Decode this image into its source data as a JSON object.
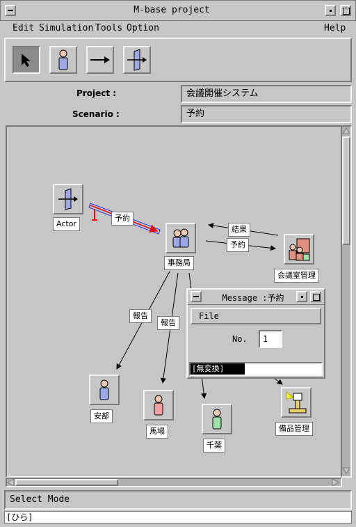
{
  "window": {
    "title": "M-base project"
  },
  "menu": {
    "edit": "Edit",
    "simulation": "Simulation",
    "tools": "Tools",
    "option": "Option",
    "help": "Help"
  },
  "toolbar": {
    "tools": [
      "select-tool",
      "actor-tool",
      "message-tool",
      "interface-tool"
    ]
  },
  "project": {
    "label": "Project :",
    "value": "会議開催システム"
  },
  "scenario": {
    "label": "Scenario :",
    "value": "予約"
  },
  "diagram": {
    "nodes": {
      "actor": "Actor",
      "jimukyoku": "事務局",
      "kaigishitsu": "会議室管理",
      "ando": "安部",
      "baba": "馬場",
      "chiba": "千葉",
      "bihin": "備品管理"
    },
    "messages": {
      "m1": "予約",
      "m2": "結果",
      "m3": "予約",
      "m4": "報告",
      "m5": "報告"
    }
  },
  "dialog": {
    "title": "Message :予約",
    "menu_file": "File",
    "no_label": "No.",
    "no_value": "1",
    "ime_state": "[無変換]"
  },
  "status": {
    "mode": "Select Mode",
    "ime": "[ひら]"
  }
}
